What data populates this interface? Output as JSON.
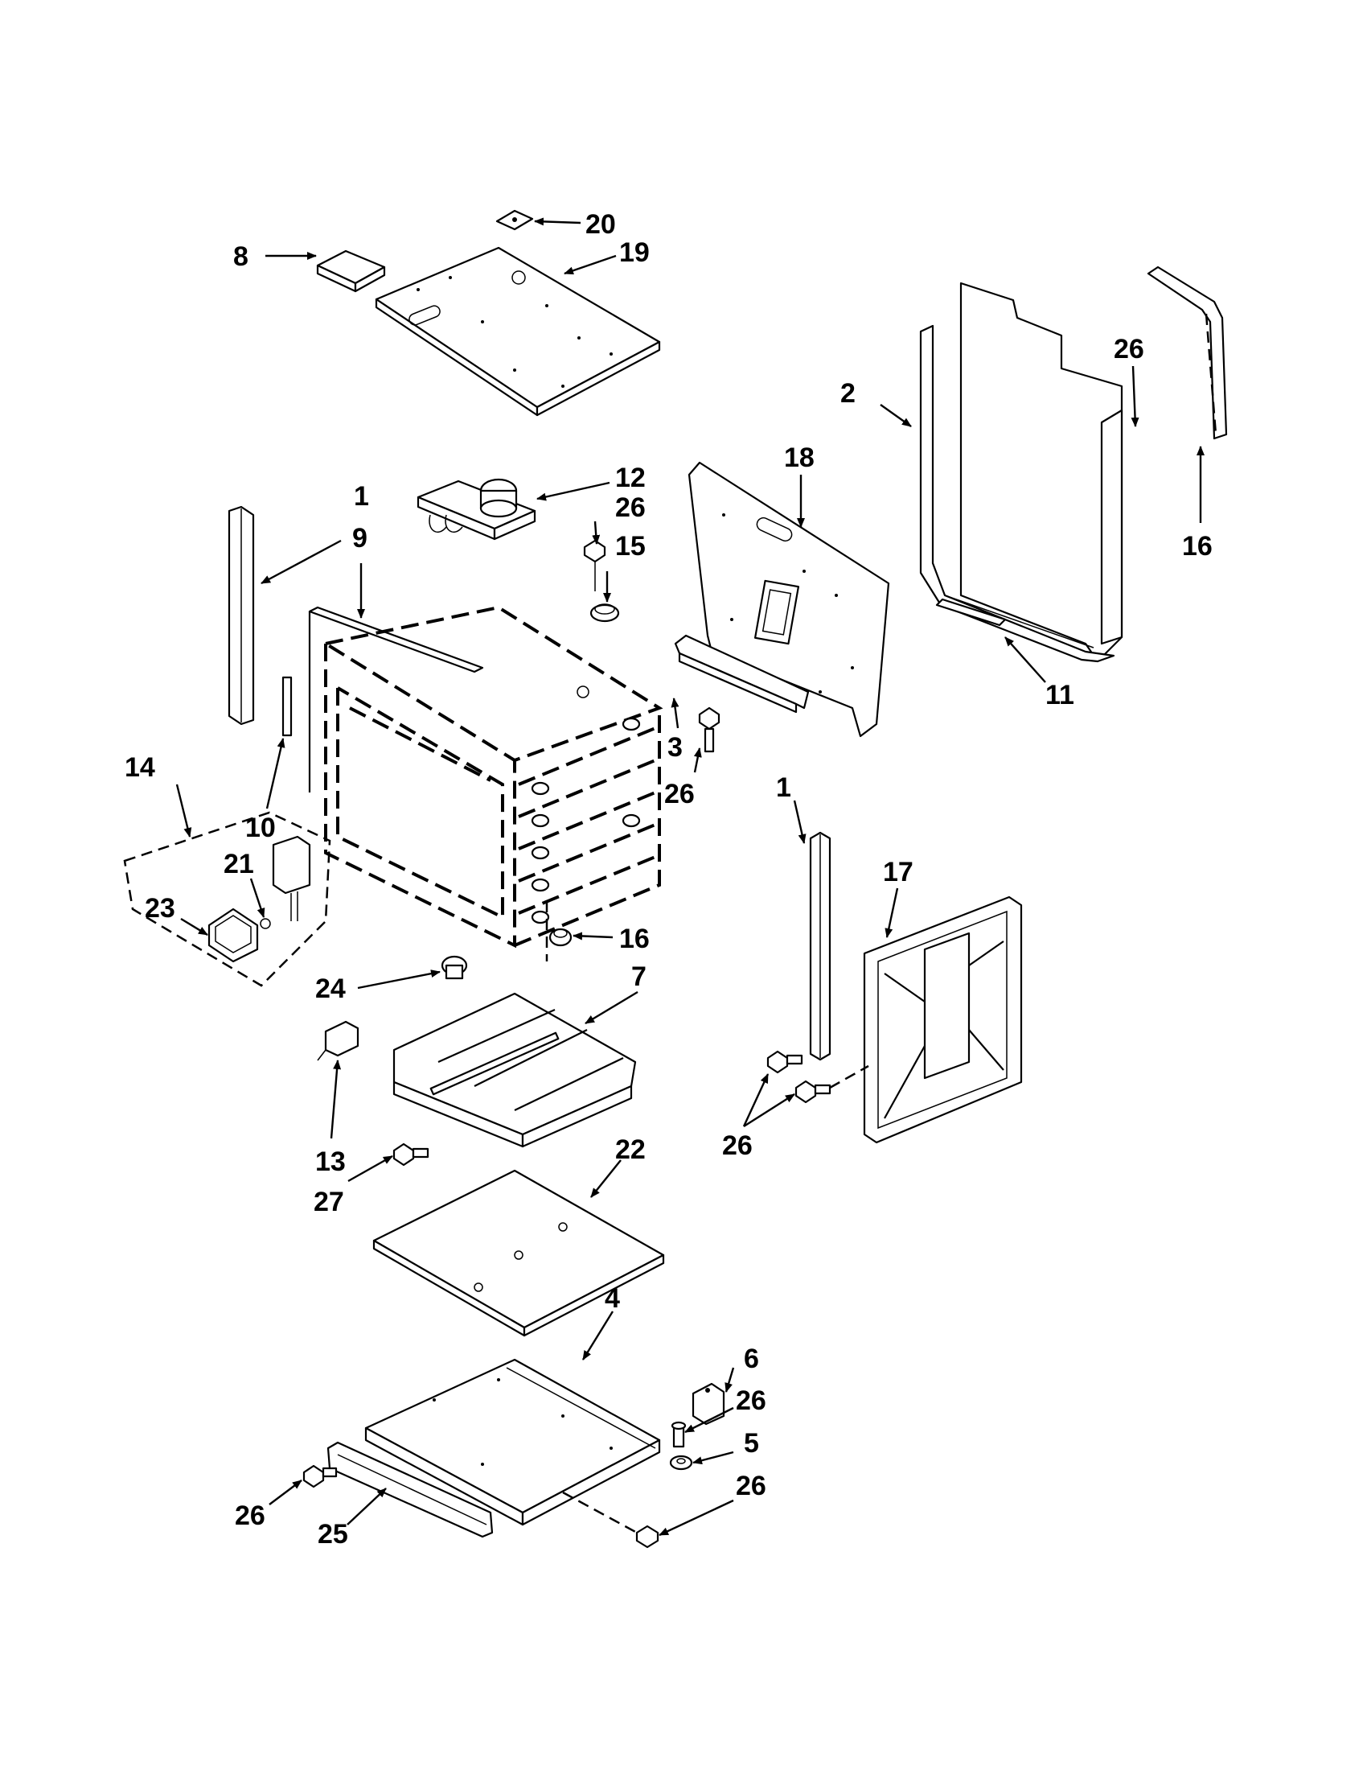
{
  "callouts": {
    "c20": "20",
    "c19": "19",
    "c8": "8",
    "c2": "2",
    "c26a": "26",
    "c16a": "16",
    "c18": "18",
    "c12": "12",
    "c26b": "26",
    "c15": "15",
    "c1a": "1",
    "c9": "9",
    "c11": "11",
    "c3": "3",
    "c26c": "26",
    "c14": "14",
    "c10": "10",
    "c21": "21",
    "c23": "23",
    "c1b": "1",
    "c17": "17",
    "c16b": "16",
    "c24": "24",
    "c7": "7",
    "c13": "13",
    "c27": "27",
    "c26d": "26",
    "c22": "22",
    "c4": "4",
    "c6": "6",
    "c26e": "26",
    "c5": "5",
    "c26f": "26",
    "c26g": "26",
    "c25": "25"
  }
}
